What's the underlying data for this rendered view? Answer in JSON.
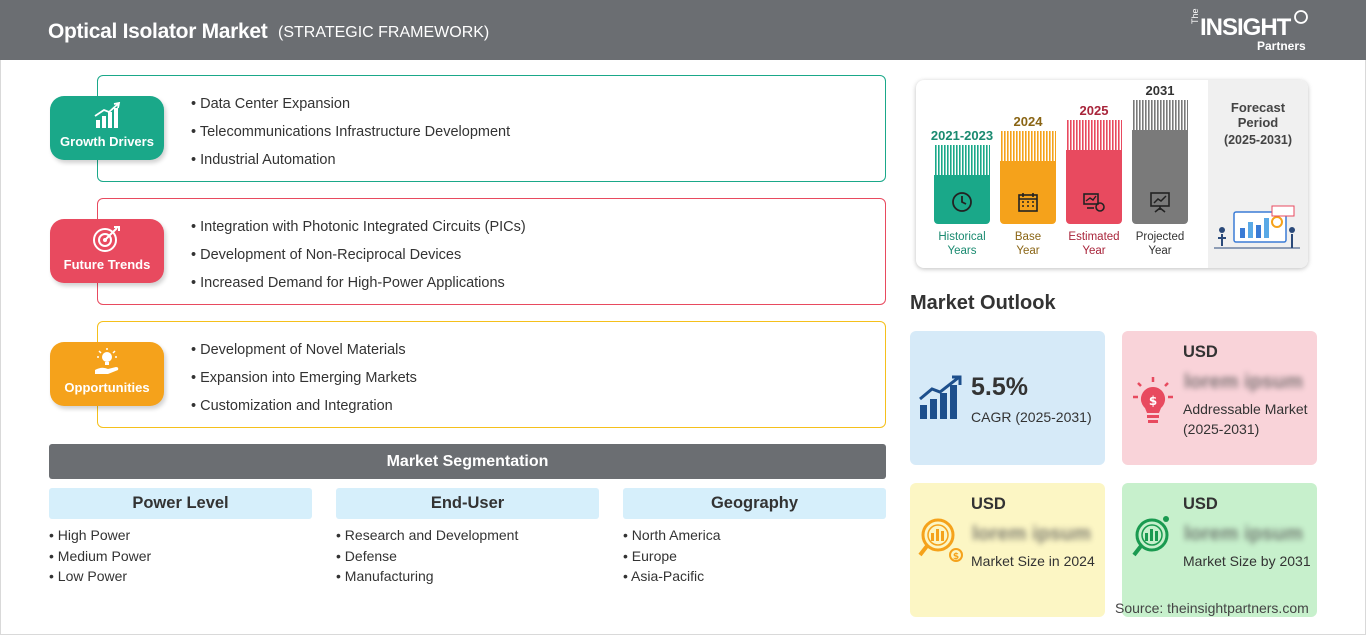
{
  "header": {
    "title": "Optical Isolator Market",
    "subtitle": "(STRATEGIC FRAMEWORK)",
    "logo": {
      "the": "The",
      "insight": "INSIGHT",
      "partners": "Partners"
    }
  },
  "framework": [
    {
      "label": "Growth Drivers",
      "color": "#1aa889",
      "icon": "bar-chart-growth-icon",
      "items": [
        "Data Center Expansion",
        "Telecommunications Infrastructure Development",
        "Industrial Automation"
      ]
    },
    {
      "label": "Future Trends",
      "color": "#e84a5f",
      "icon": "target-icon",
      "items": [
        "Integration with Photonic Integrated Circuits (PICs)",
        "Development of Non-Reciprocal Devices",
        "Increased Demand for High-Power Applications"
      ]
    },
    {
      "label": "Opportunities",
      "color": "#f5a21b",
      "icon": "lightbulb-hand-icon",
      "items": [
        "Development of Novel Materials",
        "Expansion into Emerging Markets",
        "Customization and Integration"
      ]
    }
  ],
  "segmentation": {
    "title": "Market Segmentation",
    "columns": [
      {
        "heading": "Power Level",
        "items": [
          "High Power",
          "Medium Power",
          "Low Power"
        ]
      },
      {
        "heading": "End-User",
        "items": [
          "Research and Development",
          "Defense",
          "Manufacturing"
        ]
      },
      {
        "heading": "Geography",
        "items": [
          "North America",
          "Europe",
          "Asia-Pacific"
        ]
      }
    ]
  },
  "timeline": {
    "bars": [
      {
        "year": "2021-2023",
        "label": [
          "Historical",
          "Years"
        ],
        "color": "#1aa889",
        "year_color": "#1a8a70",
        "icon": "history-icon"
      },
      {
        "year": "2024",
        "label": [
          "Base",
          "Year"
        ],
        "color": "#f5a21b",
        "year_color": "#8a6515",
        "icon": "calendar-icon"
      },
      {
        "year": "2025",
        "label": [
          "Estimated",
          "Year"
        ],
        "color": "#e84a5f",
        "year_color": "#a8243a",
        "icon": "estimate-icon"
      },
      {
        "year": "2031",
        "label": [
          "Projected",
          "Year"
        ],
        "color": "#7a7a7a",
        "year_color": "#333333",
        "icon": "projection-icon"
      }
    ],
    "forecast": {
      "title": [
        "Forecast",
        "Period"
      ],
      "range": "(2025-2031)"
    }
  },
  "outlook": {
    "title": "Market Outlook",
    "cagr": {
      "value": "5.5%",
      "label": "CAGR (2025-2031)",
      "bg": "#d6eaf8"
    },
    "addressable": {
      "currency": "USD",
      "value": "lorem ipsum",
      "label": "Addressable Market (2025-2031)",
      "bg": "#f9d3d9"
    },
    "size_2024": {
      "currency": "USD",
      "value": "lorem ipsum",
      "label": "Market Size in 2024",
      "bg": "#fcf6c4"
    },
    "size_2031": {
      "currency": "USD",
      "value": "lorem ipsum",
      "label": "Market Size by 2031",
      "bg": "#c7f0cc"
    }
  },
  "source": "Source: theinsightpartners.com"
}
